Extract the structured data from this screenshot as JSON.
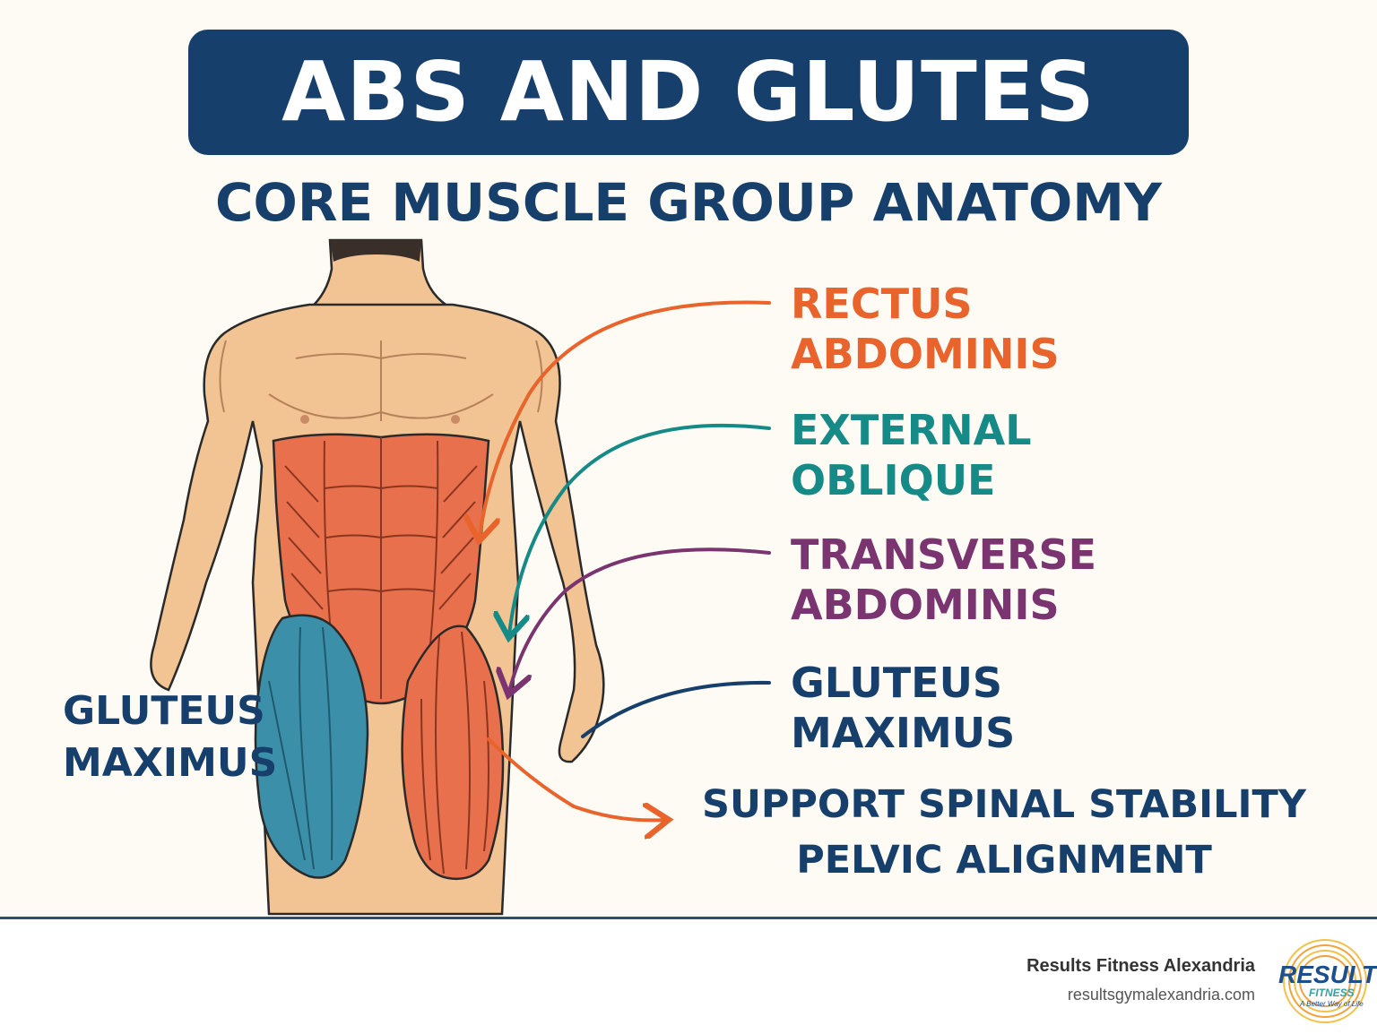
{
  "title": "ABS AND GLUTES",
  "subtitle": "CORE MUSCLE GROUP ANATOMY",
  "labels": {
    "rectus": [
      "RECTUS",
      "ABDOMINIS"
    ],
    "oblique": [
      "EXTERNAL",
      "OBLIQUE"
    ],
    "transverse": [
      "TRANSVERSE",
      "ABDOMINIS"
    ],
    "glute_right": [
      "GLUTEUS",
      "MAXIMUS"
    ],
    "glute_left": [
      "GLUTEUS",
      "MAXIMUS"
    ]
  },
  "support": [
    "SUPPORT SPINAL STABILITY",
    "PELVIC ALIGNMENT"
  ],
  "footer": {
    "brand": "Results Fitness Alexandria",
    "url": "resultsgymalexandria.com",
    "logo_text": "RESULTS",
    "logo_sub": "FITNESS",
    "logo_tagline": "A Better Way of Life"
  },
  "colors": {
    "navy": "#173f6b",
    "orange": "#e8642c",
    "teal": "#168a86",
    "purple": "#7a3570",
    "skin": "#f2c393",
    "muscle": "#e8704c",
    "glute_blue": "#3b8fa8"
  }
}
